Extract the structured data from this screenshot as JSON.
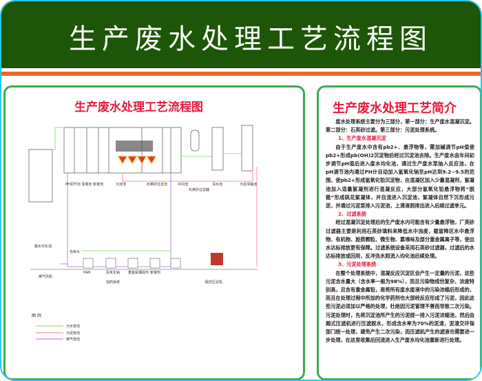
{
  "banner": {
    "title": "生产废水处理工艺流程图"
  },
  "diagram": {
    "title": "生产废水处理工艺流程图",
    "top_labels": {
      "units": [
        "PH调节池 混凝池 絮凝池",
        "沉淀池",
        "石英砂过滤池",
        "中间池",
        "石英砂过滤器",
        "清水池",
        "污泥浓缩池"
      ],
      "equalization": "废水均化池",
      "tap_water": "自来水",
      "blower": "曝气风机",
      "dosing_system": "加药系统",
      "chemicals": [
        "PAM",
        "氢氧化钠",
        "重金属捕捉剂",
        "絮凝剂"
      ],
      "filter_press": "厢式压滤机"
    },
    "legend": {
      "title": "图  例",
      "items": [
        {
          "label": "污水管线",
          "color": "#7ed957"
        },
        {
          "label": "污泥管线",
          "color": "#f08080"
        },
        {
          "label": "曝气管线",
          "color": "#b36ad6"
        }
      ]
    }
  },
  "intro": {
    "title": "生产废水处理工艺简介",
    "paragraphs": [
      {
        "type": "p",
        "text": "废水处理系统主要分为三部分，第一部分：生产废水混凝沉淀。第二部分：石英砂过滤。第三部分：污泥处理系统。"
      },
      {
        "type": "h",
        "text": "1、生产废水混凝沉淀"
      },
      {
        "type": "p",
        "text": "由于生产废水中含有pb2+、悬浮物等，需加碱调节pH值使pb2+形成pb(OH)2沉淀物后经过沉淀池去除。生产废水由车间初步调节pH值后进入废水均化池，通过生产废水泵抽入反应池，在pH调节池内通过PH计自动加入氢氧化钠至pH达到9.2~9.5的范围，使pb2+形成氢氧化铅沉淀物，在混凝区加入少量混凝剂，絮凝池加入适量絮凝剂进行混凝反应，大部分氢氧化铅悬浮物将“脱稳”形成矾花絮凝体，并自流进入沉淀池，絮凝体自然下沉形成污泥，并通过污泥泵排入污泥池，上清液则排出进入后续过滤单元。"
      },
      {
        "type": "h",
        "text": "2、过滤系统"
      },
      {
        "type": "p",
        "text": "经过混凝沉淀处理后的生产废水内可能含有少量悬浮物，厂英砂过滤器主要是利用石英砂填料来降低水中浊度，截留降区水中悬浮物、有机物、胶质颗粒、微生物、氯嗅味及部分重金属离子等，使出水达标排放更有保障。过滤系统设备采用石英砂过滤器，过滤后的水达标排放或回用，反冲洗水则流入均化池后续处理。"
      },
      {
        "type": "h",
        "text": "3、污泥处理系统"
      },
      {
        "type": "p",
        "text": "在整个处理系统中，混凝反应沉淀区会产生一定量的污泥，这些污泥含水量大（含水率一般为98%），而且污染物成份复杂，浓度特别高，且含有重金属铅，是将所有废水废液中的污染浓缩后形成的，而且在处理过程中所加的化学药剂也大部经反应形成了污泥，因此这些污泥必须加以严格的处理，杜绝因污泥管理不善而导致二次污染。污泥处理时，先将沉淀池所产生的污泥统一排入污泥浓缩池，然后由厢式压滤机进行压滤脱水，形成含水率为70%的泥渣，泥渣交环保部门统一处理，避免产生二次污染，而压滤机产生的滤液也需要进一步处理，在这里收集后回流进入生产废水均化池重新进行处理。"
      }
    ]
  },
  "colors": {
    "banner": "#1d5608",
    "stripe": "#f26522",
    "panel_border": "#3daa4a",
    "title_red": "#e8173b",
    "frame": "#27c4e8"
  }
}
